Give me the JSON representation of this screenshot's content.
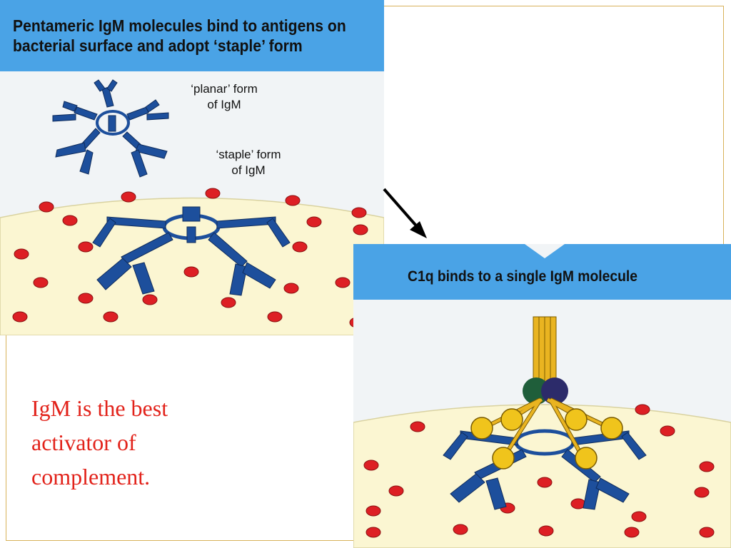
{
  "panel_top": {
    "title": "Pentameric IgM molecules bind to antigens on bacterial surface and adopt ‘staple’ form",
    "label_planar_line1": "‘planar’ form",
    "label_planar_line2": "of IgM",
    "label_staple_line1": "‘staple’ form",
    "label_staple_line2": "of IgM"
  },
  "panel_bottom": {
    "title": "C1q binds to a single IgM molecule"
  },
  "caption": {
    "line1": "IgM is the best",
    "line2": "activator of",
    "line3": "complement."
  },
  "colors": {
    "banner": "#4aa3e6",
    "antibody": "#1d4f9c",
    "antigen": "#dd1f24",
    "bacterial_surface": "#fbf6d2",
    "c1q_stalk": "#e9b421",
    "c1q_head": "#f0c41c",
    "caption_text": "#e2221a"
  }
}
